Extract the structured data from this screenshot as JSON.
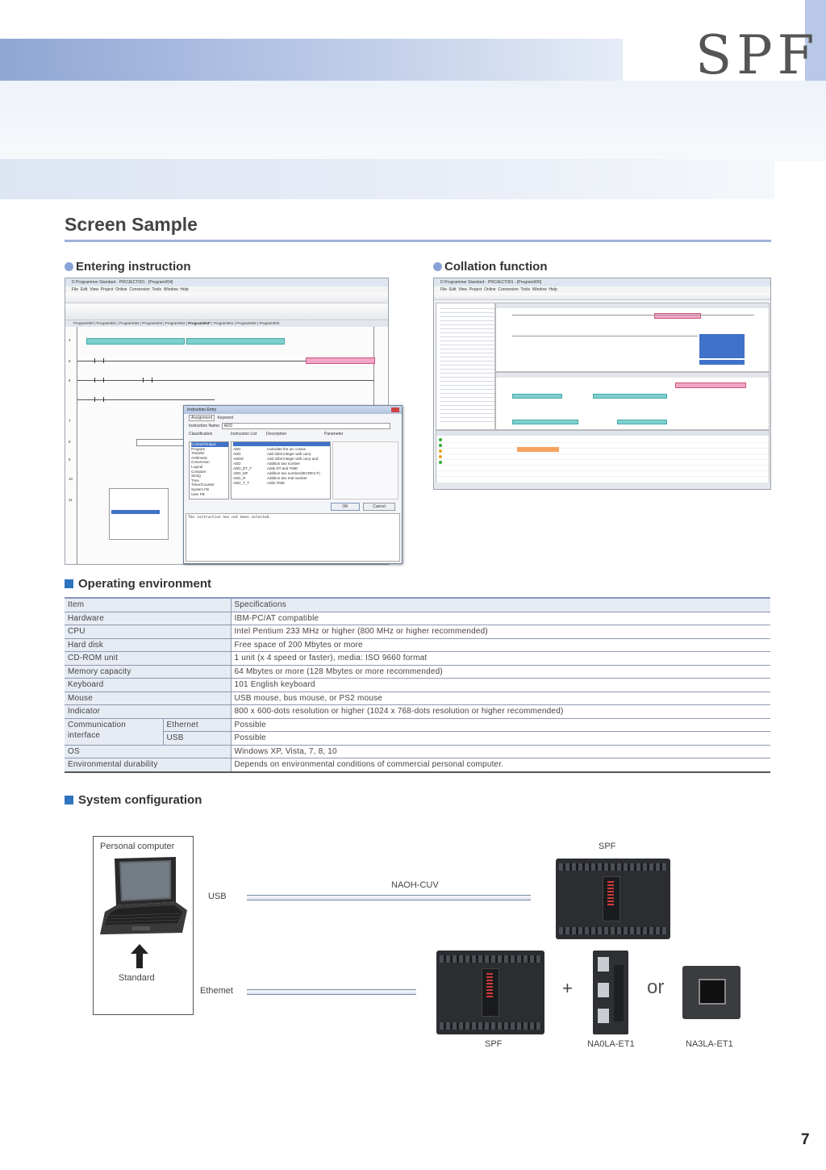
{
  "header": {
    "brand": "SPF"
  },
  "section_title": "Screen Sample",
  "screens": {
    "left_label": "Entering instruction",
    "right_label": "Collation function",
    "left_window": {
      "title": "D Programmer Standard - PROJECT001 - [Program004]",
      "menu": [
        "File",
        "Edit",
        "View",
        "Project",
        "Online",
        "Conversion",
        "Tools",
        "Window",
        "Help"
      ],
      "tabs": [
        "Program000",
        "Program001",
        "Program002",
        "Program003",
        "Program002",
        "Program004*",
        "Program001",
        "Program002",
        "Program003"
      ],
      "dialog_title": "Instruction Entry",
      "dialog_tabs": [
        "Assignment",
        "Keyword"
      ],
      "dialog_name_label": "Instruction Name:",
      "dialog_name_value": "ADD",
      "dialog_list_headers": [
        "Classification",
        "Instruction List",
        "Description",
        "Parameter"
      ],
      "dialog_classes": [
        "Contact/Output",
        "Program",
        "Transfer",
        "Arithmetic",
        "Conversion",
        "Logical",
        "Compare",
        "String",
        "Time",
        "Timer/Counter",
        "System FB",
        "User FB"
      ],
      "dialog_instructions": [
        "ADD",
        "ADD",
        "ADDD",
        "ADD",
        "ADD_DT_T",
        "ADD_MF",
        "ADD_R",
        "ADD_T_T"
      ],
      "dialog_desc": [
        "Calculate the arc cosine",
        "Add 32bit integer with carry",
        "Add 32bit integer with carry and",
        "Addition two number",
        "Adds DT and TIME",
        "Addition two number(MICREX-F)",
        "Addition two real number",
        "Adds TIME"
      ],
      "dialog_ok": "OK",
      "dialog_cancel": "Cancel",
      "dialog_message": "The instruction has not been selected."
    },
    "right_window": {
      "title": "D Programmer Standard - PROJECT001 - [Program000]",
      "menu": [
        "File",
        "Edit",
        "View",
        "Project",
        "Online",
        "Conversion",
        "Tools",
        "Window",
        "Help"
      ]
    }
  },
  "operating_environment": {
    "title": "Operating environment",
    "header": [
      "Item",
      "Specifications"
    ],
    "rows": [
      {
        "item": "Hardware",
        "spec": "IBM-PC/AT compatible"
      },
      {
        "item": "CPU",
        "spec": "Intel Pentium 233 MHz or higher (800 MHz or higher recommended)"
      },
      {
        "item": "Hard disk",
        "spec": "Free space of 200 Mbytes or more"
      },
      {
        "item": "CD-ROM unit",
        "spec": "1 unit (x 4 speed or faster), media: ISO 9660 format"
      },
      {
        "item": "Memory capacity",
        "spec": "64 Mbytes or more (128 Mbytes or more recommended)"
      },
      {
        "item": "Keyboard",
        "spec": "101 English keyboard"
      },
      {
        "item": "Mouse",
        "spec": "USB mouse, bus mouse, or PS2 mouse"
      },
      {
        "item": "Indicator",
        "spec": "800 x 600-dots resolution or higher (1024 x 768-dots resolution or higher recommended)"
      }
    ],
    "communication": {
      "item_line1": "Communication",
      "item_line2": "interface",
      "sub": [
        {
          "name": "Ethernet",
          "spec": "Possible"
        },
        {
          "name": "USB",
          "spec": "Possible"
        }
      ]
    },
    "rows_after": [
      {
        "item": "OS",
        "spec": "Windows XP, Vista, 7, 8, 10"
      },
      {
        "item": "Environmental durability",
        "spec": "Depends on environmental conditions of commercial personal computer."
      }
    ]
  },
  "system_configuration": {
    "title": "System configuration",
    "pc_label": "Personal computer",
    "standard_label": "Standard",
    "usb_label": "USB",
    "ethernet_label": "Ethemet",
    "cable_label": "NAOH-CUV",
    "spf_top_label": "SPF",
    "spf_bottom_label": "SPF",
    "plus": "+",
    "or": "or",
    "module1_label": "NA0LA-ET1",
    "module2_label": "NA3LA-ET1"
  },
  "page_number": "7"
}
